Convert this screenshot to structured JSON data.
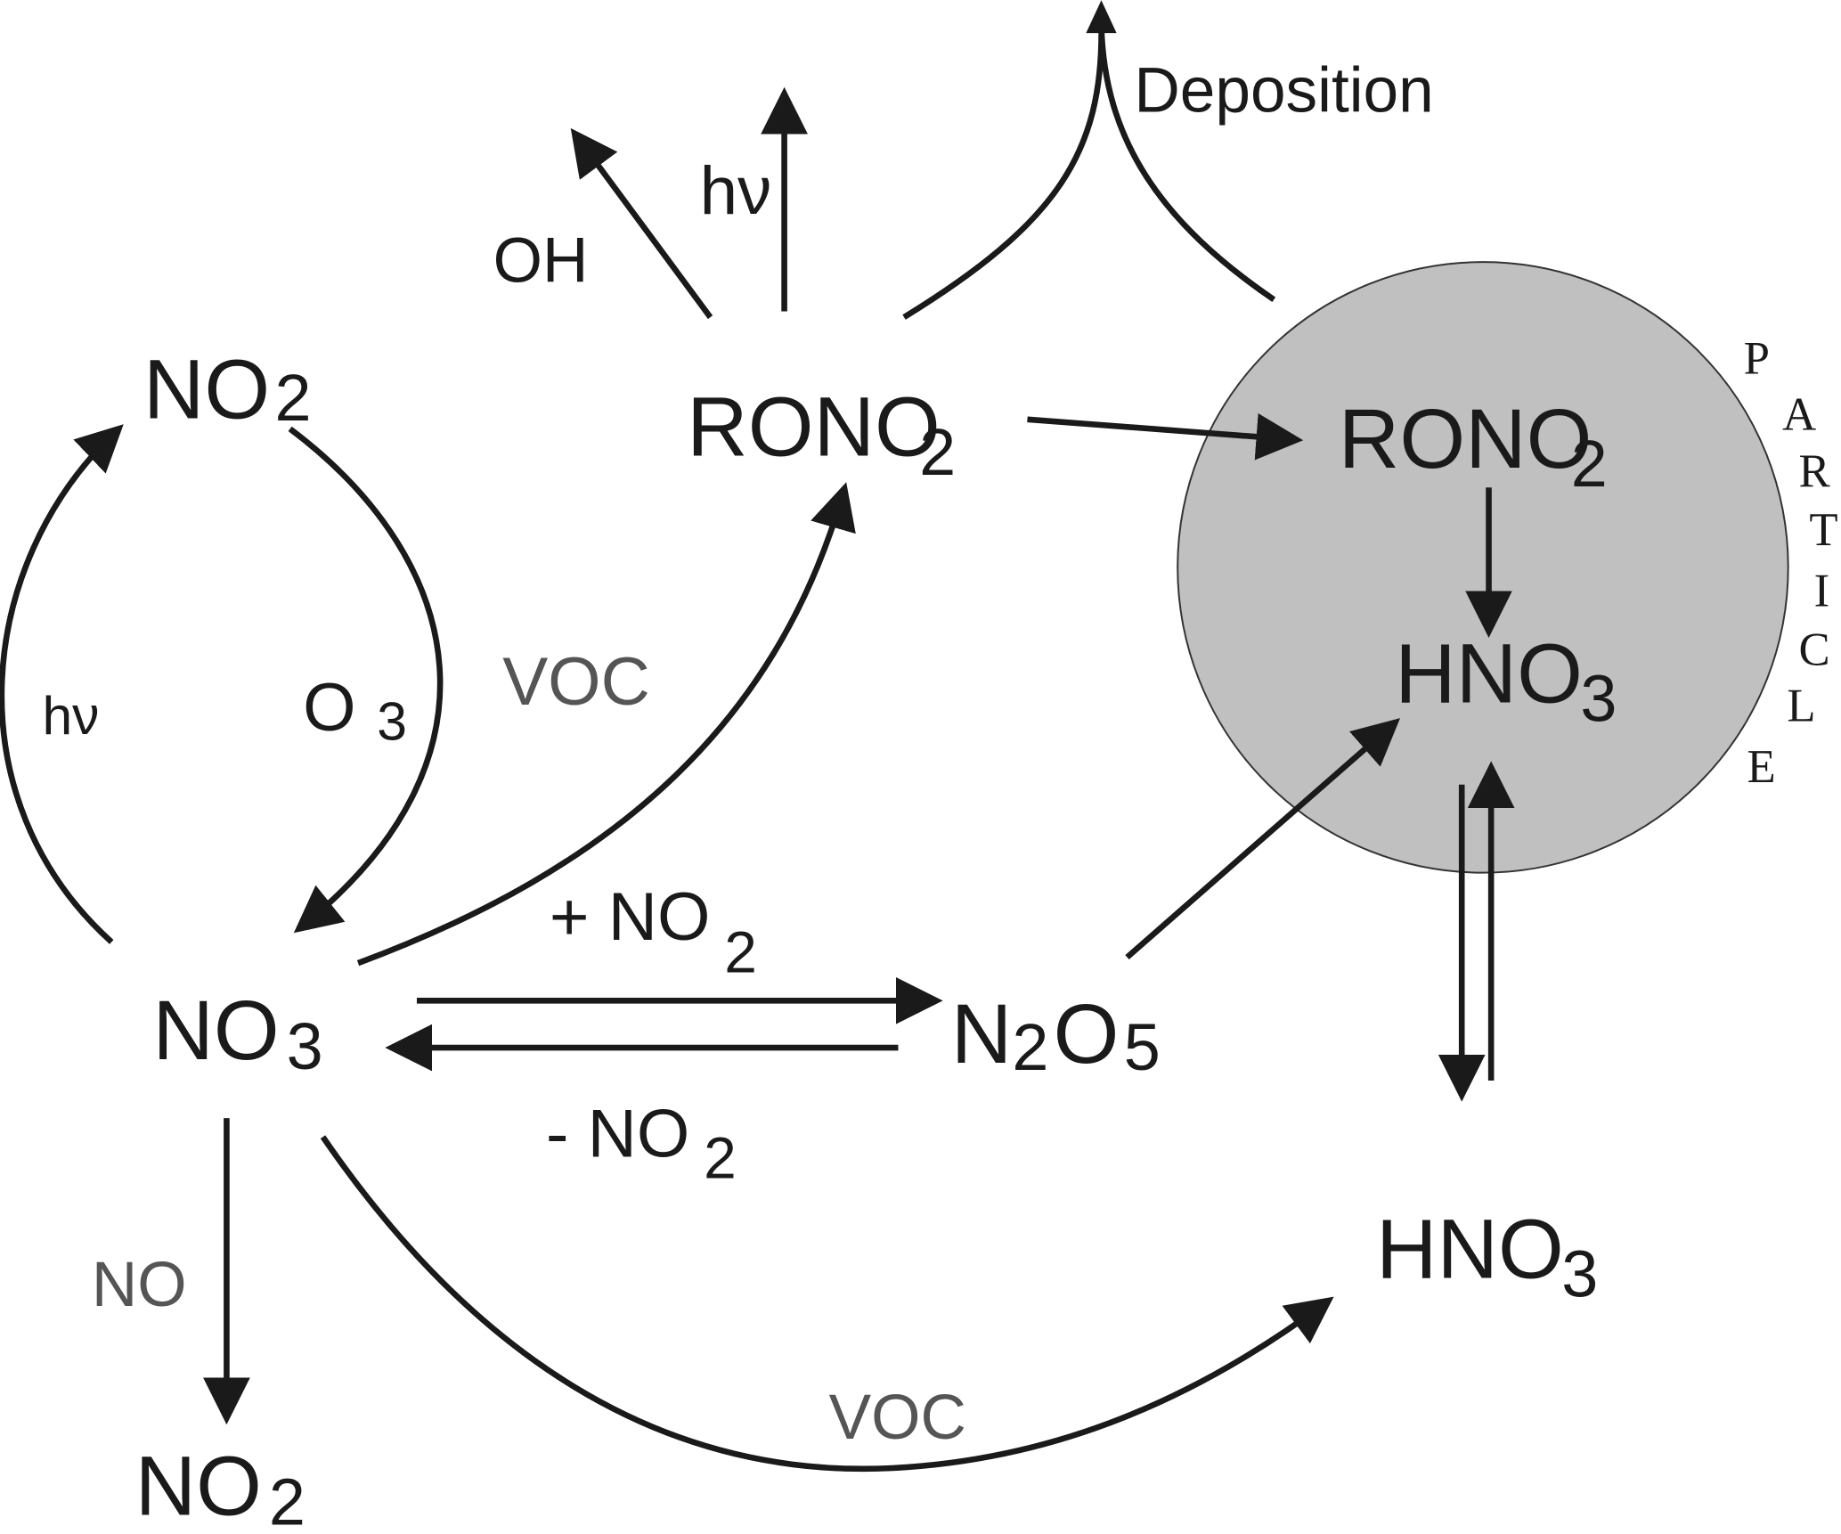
{
  "species": {
    "no2_top": {
      "main": "NO",
      "sub": "2"
    },
    "no3": {
      "main": "NO",
      "sub": "3"
    },
    "no2_bottom": {
      "main": "NO",
      "sub": "2"
    },
    "rono2_gas": {
      "main": "RONO",
      "sub": "2"
    },
    "rono2_particle": {
      "main": "RONO",
      "sub": "2"
    },
    "hno3_particle": {
      "main": "HNO",
      "sub": "3"
    },
    "hno3_gas": {
      "main": "HNO",
      "sub": "3"
    },
    "n2o5": {
      "n": "N",
      "sub1": "2",
      "o": "O",
      "sub2": "5"
    }
  },
  "labels": {
    "hv_left": "hν",
    "o3": {
      "main": "O",
      "sub": "3"
    },
    "voc_upper": "VOC",
    "voc_lower": "VOC",
    "oh": "OH",
    "hv_top": "hν",
    "deposition": "Deposition",
    "plus_no2": {
      "main": "+ NO",
      "sub": "2"
    },
    "minus_no2": {
      "main": "-  NO",
      "sub": "2"
    },
    "no": "NO"
  },
  "particle_label": [
    "P",
    "A",
    "R",
    "T",
    "I",
    "C",
    "L",
    "E"
  ],
  "colors": {
    "particle_fill": "#c0c0c0",
    "gray_text": "#555555",
    "line": "#1a1a1a"
  }
}
